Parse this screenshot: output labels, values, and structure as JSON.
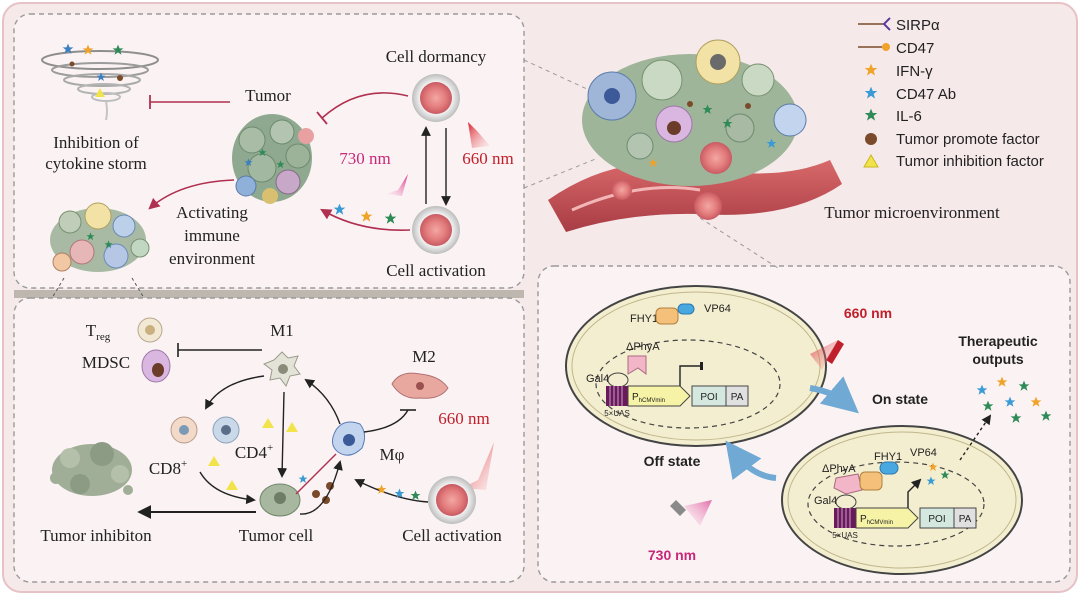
{
  "top_left": {
    "tumor": "Tumor",
    "inhibition_line1": "Inhibition of",
    "inhibition_line2": "cytokine storm",
    "activating_line1": "Activating",
    "activating_line2": "immune",
    "activating_line3": "environment",
    "cell_dormancy": "Cell dormancy",
    "cell_activation": "Cell activation",
    "wl_730": "730 nm",
    "wl_660": "660 nm"
  },
  "bottom_left": {
    "treg_base": "T",
    "treg_sub": "reg",
    "mdsc": "MDSC",
    "m1": "M1",
    "m2": "M2",
    "cd8": "CD8",
    "cd4": "CD4",
    "plus": "+",
    "mphi": "Mφ",
    "wl_660": "660 nm",
    "tumor_inhibition": "Tumor inhibiton",
    "tumor_cell": "Tumor cell",
    "cell_activation": "Cell activation"
  },
  "legend": {
    "items": [
      {
        "label": "SIRPα",
        "icon": "sirpa-receptor-icon"
      },
      {
        "label": "CD47",
        "icon": "cd47-ligand-icon"
      },
      {
        "label": "IFN-γ",
        "icon": "orange-star-icon"
      },
      {
        "label": "CD47 Ab",
        "icon": "blue-star-icon"
      },
      {
        "label": "IL-6",
        "icon": "green-star-icon"
      },
      {
        "label": "Tumor promote factor",
        "icon": "brown-dot-icon"
      },
      {
        "label": "Tumor inhibition factor",
        "icon": "yellow-triangle-icon"
      }
    ]
  },
  "microenvironment": {
    "label": "Tumor microenvironment"
  },
  "circuit": {
    "fhy1_off": "FHY1",
    "vp64_off": "VP64",
    "phya_off": "ΔPhyA",
    "gal4_off": "Gal4",
    "p_main": "P",
    "p_sub": "hCMVmin",
    "poi": "POI",
    "pa": "PA",
    "uas": "5×UAS",
    "off_state": "Off state",
    "on_state": "On state",
    "wl_660": "660 nm",
    "wl_730": "730 nm",
    "fhy1_on": "FHY1",
    "vp64_on": "VP64",
    "phya_on": "ΔPhyA",
    "gal4_on": "Gal4",
    "therapeutic_line1": "Therapeutic",
    "therapeutic_line2": "outputs"
  },
  "colors": {
    "panel_bg": "#f6e9ea",
    "wl_730": "#c8287a",
    "wl_660": "#c0202c",
    "inhibit_arrow": "#b03050",
    "arrow_dark": "#222222",
    "state_arrow": "#6fa9d4"
  }
}
